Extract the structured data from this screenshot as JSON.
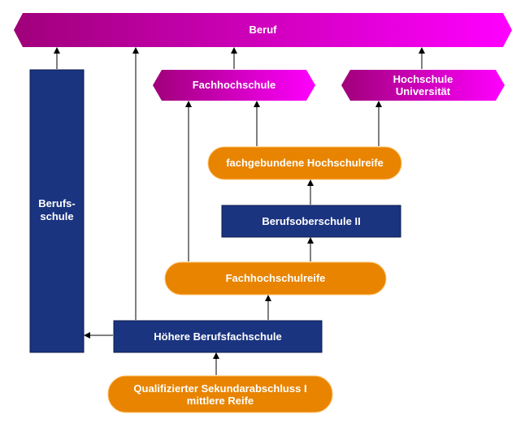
{
  "nodes": {
    "beruf": "Beruf",
    "berufsschule": "Berufs-\nschule",
    "fachhochschule": "Fachhochschule",
    "hochschule": "Hochschule\nUniversität",
    "fachgebundene": "fachgebundene Hochschulreife",
    "berufsoberschule": "Berufsoberschule II",
    "fachhochschulreife": "Fachhochschulreife",
    "hoehere": "Höhere Berufsfachschule",
    "qualifizierter": "Qualifizierter Sekundarabschluss I\nmittlere Reife"
  },
  "colors": {
    "magenta_dark": "#a0007a",
    "magenta_light": "#ff00ff",
    "navy": "#1a3480",
    "orange": "#e88400",
    "arrow": "#000000"
  }
}
